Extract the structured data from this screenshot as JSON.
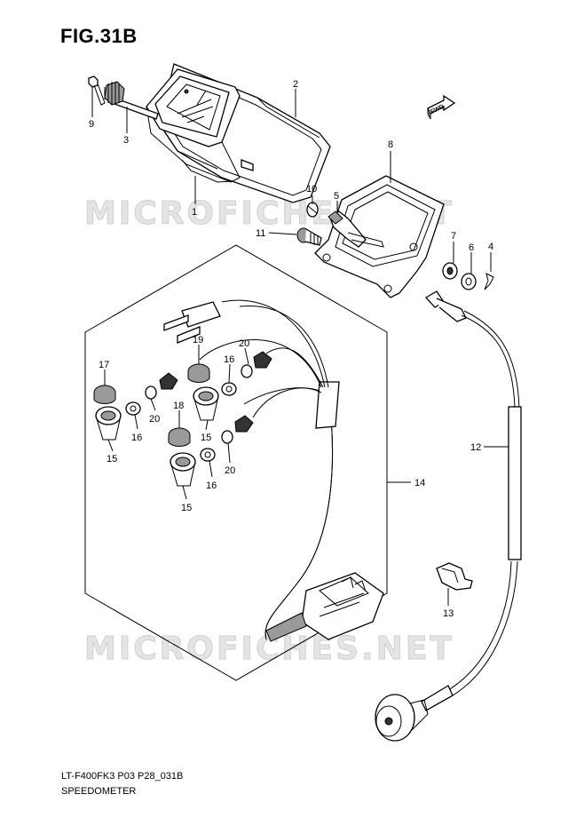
{
  "figure": {
    "title": "FIG.31B",
    "footer_code": "LT-F400FK3 P03 P28_031B",
    "footer_name": "SPEEDOMETER",
    "watermark": "MICROFICHES.NET",
    "direction_badge": "FWD"
  },
  "callouts": {
    "c1": "1",
    "c2": "2",
    "c3": "3",
    "c4": "4",
    "c5": "5",
    "c6": "6",
    "c7": "7",
    "c8": "8",
    "c9": "9",
    "c10": "10",
    "c11": "11",
    "c12": "12",
    "c13": "13",
    "c14": "14",
    "c15a": "15",
    "c15b": "15",
    "c15c": "15",
    "c16a": "16",
    "c16b": "16",
    "c16c": "16",
    "c17": "17",
    "c18": "18",
    "c19": "19",
    "c20a": "20",
    "c20b": "20",
    "c20c": "20"
  }
}
